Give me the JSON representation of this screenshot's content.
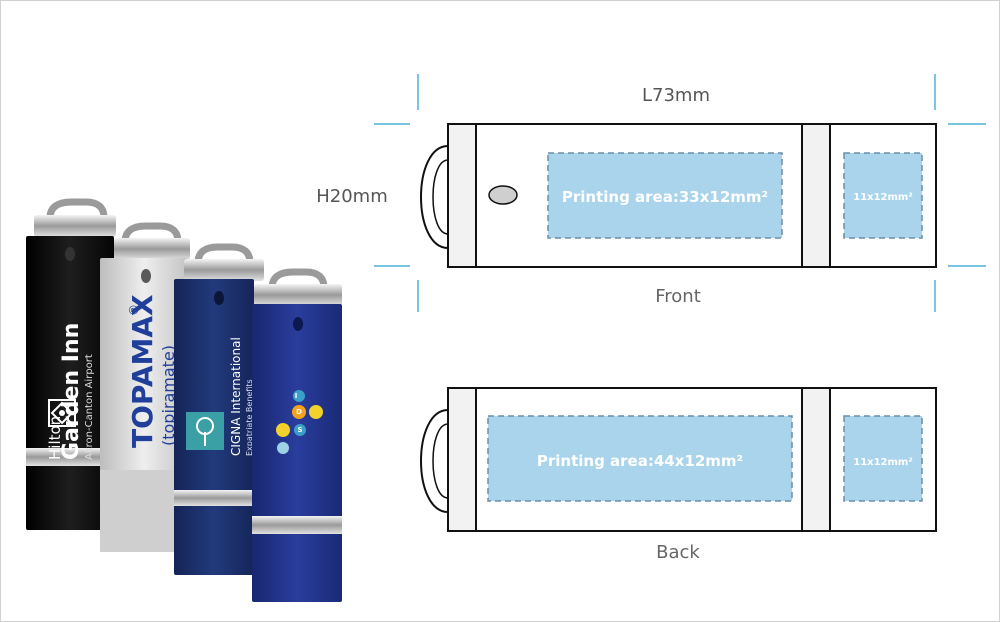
{
  "dimensions": {
    "length": "L73mm",
    "height": "H20mm"
  },
  "views": {
    "front": {
      "label": "Front",
      "main_area": "Printing area:33x12mm²",
      "cap_area": "11x12mm²"
    },
    "back": {
      "label": "Back",
      "main_area": "Printing area:44x12mm²",
      "cap_area": "11x12mm²"
    }
  },
  "samples": {
    "hilton": {
      "line1": "Hilton",
      "line2": "Garden Inn",
      "line3": "Akron-Canton Airport"
    },
    "topamax": {
      "name": "TOPAMAX",
      "reg": "®",
      "sub": "(topiramate)"
    },
    "cigna": {
      "line1": "CIGNA International",
      "line2": "Expatriate Benefits"
    },
    "ids": {
      "letters": [
        "I",
        "D",
        "S"
      ]
    }
  },
  "colors": {
    "print_fill": "#a9d4ec",
    "guide_line": "#4fb3d9",
    "black_drive": "#0a0a0a",
    "silver_drive": "#d9d9d9",
    "navy_drive": "#1c2f6b",
    "blue_drive": "#22328a",
    "topamax_blue": "#1f3f9a",
    "cigna_teal": "#3aa0a6"
  }
}
